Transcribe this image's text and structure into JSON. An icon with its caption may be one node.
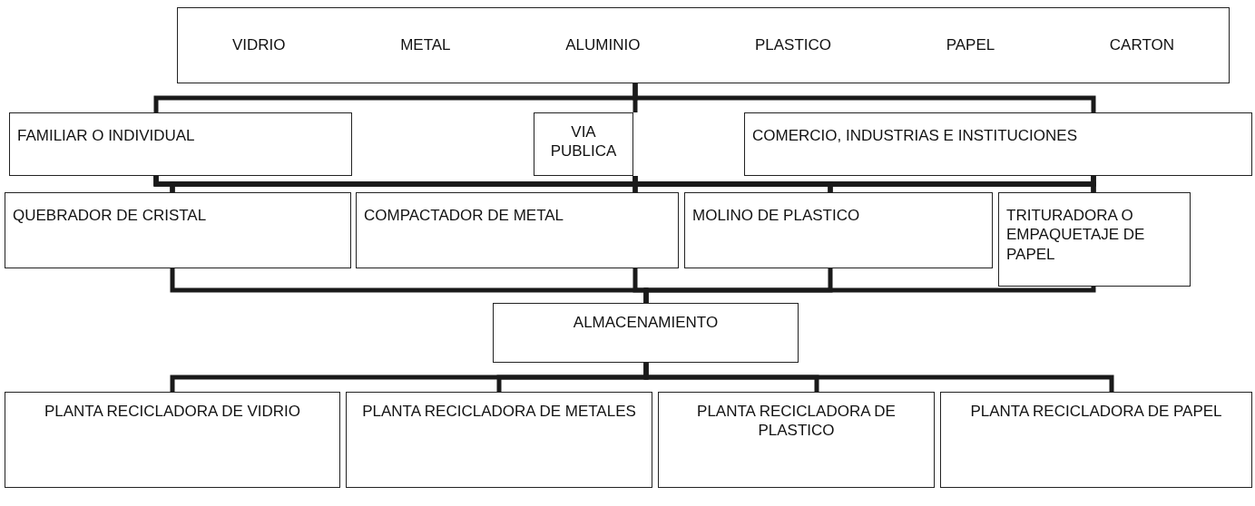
{
  "diagram": {
    "nodes": [
      {
        "text": [
          "VIDRIO",
          "METAL",
          "ALUMINIO",
          "PLASTICO",
          "PAPEL",
          "CARTON"
        ]
      },
      {
        "text": [
          "FAMILIAR O INDIVIDUAL"
        ]
      },
      {
        "text": [
          "VIA PUBLICA"
        ]
      },
      {
        "text": [
          "COMERCIO, INDUSTRIAS E INSTITUCIONES"
        ]
      },
      {
        "text": [
          "QUEBRADOR DE CRISTAL"
        ]
      },
      {
        "text": [
          "COMPACTADOR DE METAL"
        ]
      },
      {
        "text": [
          "MOLINO DE PLASTICO"
        ]
      },
      {
        "text": [
          "TRITURADORA O EMPAQUETAJE DE PAPEL"
        ]
      },
      {
        "text": [
          "ALMACENAMIENTO"
        ]
      },
      {
        "text": [
          "PLANTA RECICLADORA DE VIDRIO"
        ]
      },
      {
        "text": [
          "PLANTA RECICLADORA DE METALES"
        ]
      },
      {
        "text": [
          "PLANTA RECICLADORA DE PLASTICO"
        ]
      },
      {
        "text": [
          "PLANTA RECICLADORA DE PAPEL"
        ]
      }
    ],
    "edges": [
      {
        "from": 0,
        "to": 1,
        "arrow": "none"
      },
      {
        "from": 0,
        "to": 2,
        "arrow": "none"
      },
      {
        "from": 0,
        "to": 3,
        "arrow": "none"
      },
      {
        "from": 1,
        "to": 4,
        "arrow": "none"
      },
      {
        "from": 1,
        "to": 5,
        "arrow": "none"
      },
      {
        "from": 1,
        "to": 6,
        "arrow": "none"
      },
      {
        "from": 1,
        "to": 7,
        "arrow": "none"
      },
      {
        "from": 2,
        "to": 4,
        "arrow": "none"
      },
      {
        "from": 2,
        "to": 5,
        "arrow": "none"
      },
      {
        "from": 2,
        "to": 6,
        "arrow": "none"
      },
      {
        "from": 2,
        "to": 7,
        "arrow": "none"
      },
      {
        "from": 3,
        "to": 4,
        "arrow": "none"
      },
      {
        "from": 3,
        "to": 5,
        "arrow": "none"
      },
      {
        "from": 3,
        "to": 6,
        "arrow": "none"
      },
      {
        "from": 3,
        "to": 7,
        "arrow": "none"
      },
      {
        "from": 4,
        "to": 8,
        "arrow": "none"
      },
      {
        "from": 5,
        "to": 8,
        "arrow": "none"
      },
      {
        "from": 6,
        "to": 8,
        "arrow": "none"
      },
      {
        "from": 7,
        "to": 8,
        "arrow": "none"
      },
      {
        "from": 8,
        "to": 9,
        "arrow": "none"
      },
      {
        "from": 8,
        "to": 10,
        "arrow": "none"
      },
      {
        "from": 8,
        "to": 11,
        "arrow": "none"
      },
      {
        "from": 8,
        "to": 12,
        "arrow": "none"
      }
    ]
  }
}
